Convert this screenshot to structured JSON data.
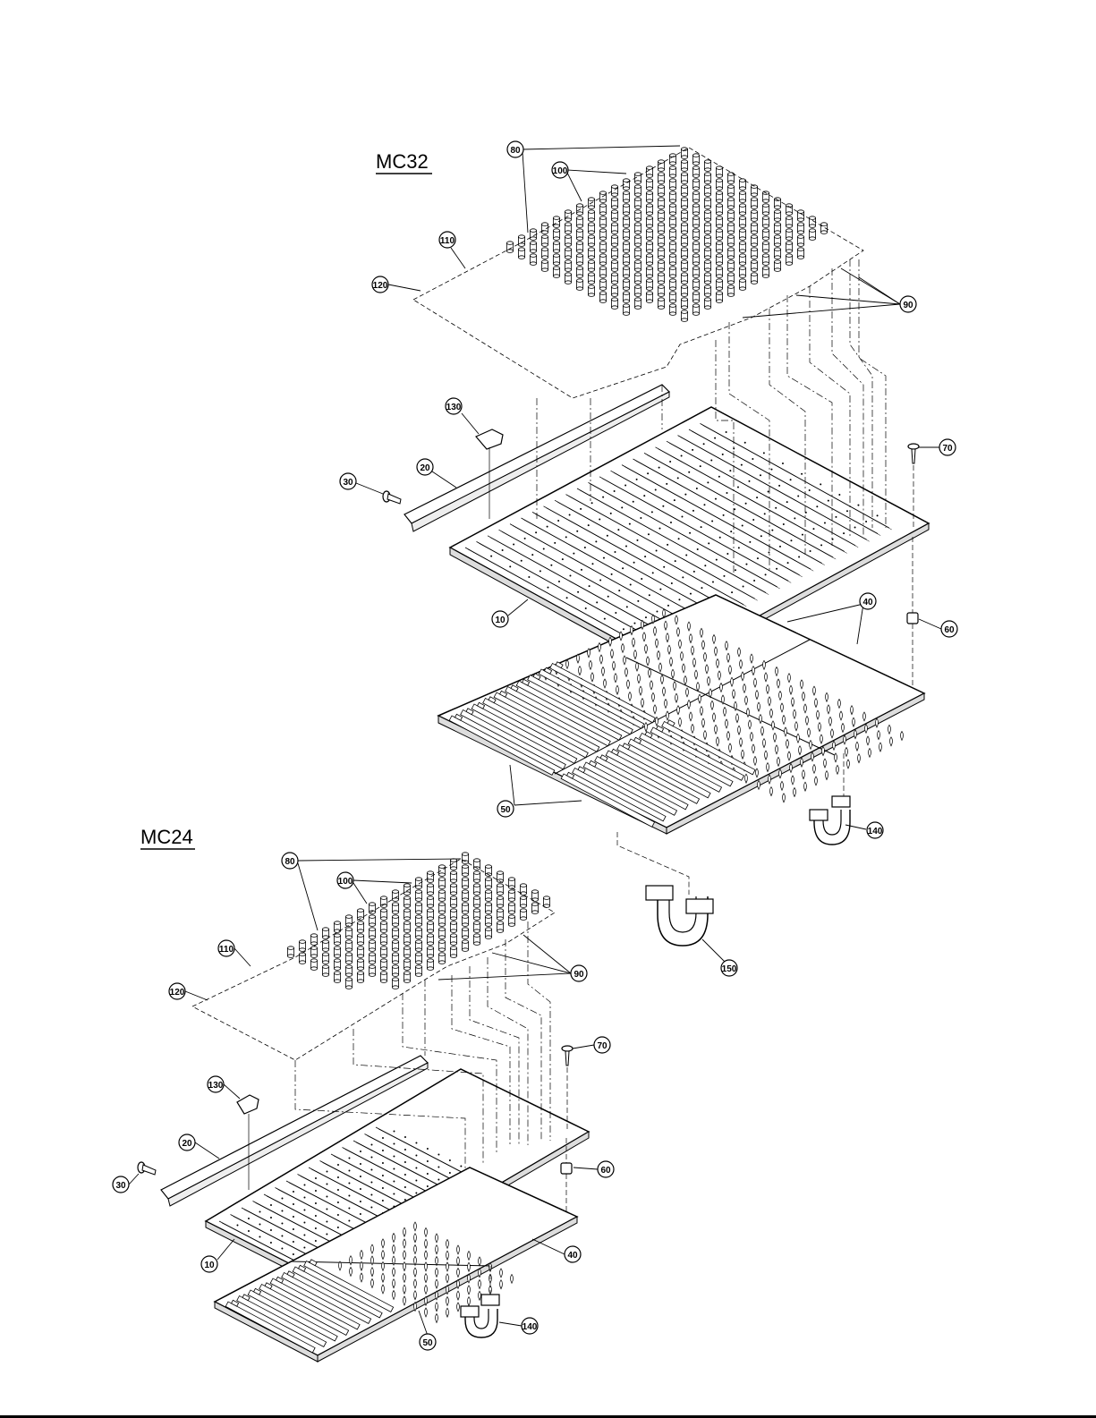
{
  "titles": {
    "mc32": "MC32",
    "mc24": "MC24"
  },
  "callouts": {
    "mc32": {
      "c80": "80",
      "c100": "100",
      "c110": "110",
      "c120": "120",
      "c90": "90",
      "c130": "130",
      "c20": "20",
      "c30": "30",
      "c10": "10",
      "c70": "70",
      "c60": "60",
      "c40": "40",
      "c50": "50",
      "c140": "140",
      "c150": "150"
    },
    "mc24": {
      "c80": "80",
      "c100": "100",
      "c110": "110",
      "c120": "120",
      "c90": "90",
      "c130": "130",
      "c20": "20",
      "c30": "30",
      "c10": "10",
      "c70": "70",
      "c60": "60",
      "c40": "40",
      "c50": "50",
      "c140": "140"
    }
  },
  "colors": {
    "ink": "#000000",
    "paper": "#ffffff"
  }
}
